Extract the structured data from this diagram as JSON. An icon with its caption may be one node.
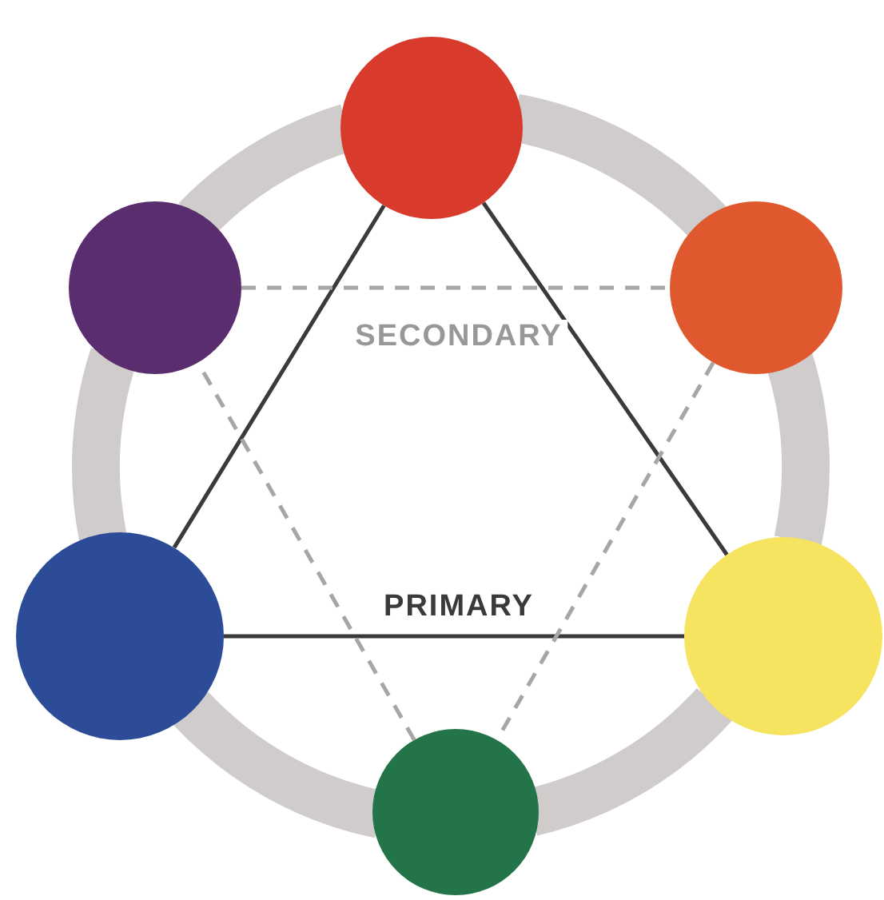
{
  "diagram": {
    "nodes": [
      {
        "text": [],
        "shape": "circle"
      },
      {
        "text": [],
        "shape": "circle"
      },
      {
        "text": [],
        "shape": "circle"
      },
      {
        "text": [],
        "shape": "circle"
      },
      {
        "text": [],
        "shape": "circle"
      },
      {
        "text": [],
        "shape": "circle"
      }
    ],
    "edges": [
      {
        "from": 0,
        "to": 2,
        "arrow": "none",
        "style": "thick",
        "color": "#cfcccb"
      },
      {
        "from": 2,
        "to": 4,
        "arrow": "none",
        "style": "thick",
        "color": "#cfcccb"
      },
      {
        "from": 4,
        "to": 5,
        "arrow": "none",
        "style": "thick",
        "color": "#cfcccb"
      },
      {
        "from": 5,
        "to": 3,
        "arrow": "none",
        "style": "thick",
        "color": "#cfcccb"
      },
      {
        "from": 3,
        "to": 1,
        "arrow": "none",
        "style": "thick",
        "color": "#cfcccb"
      },
      {
        "from": 1,
        "to": 0,
        "arrow": "none",
        "style": "thick",
        "color": "#cfcccb"
      },
      {
        "from": 0,
        "to": 4,
        "arrow": "none",
        "color": "#3a3a3a"
      },
      {
        "from": 4,
        "to": 3,
        "arrow": "none",
        "color": "#3a3a3a"
      },
      {
        "from": 3,
        "to": 0,
        "arrow": "none",
        "color": "#3a3a3a"
      },
      {
        "from": 1,
        "to": 2,
        "arrow": "none",
        "style": "dashed",
        "color": "#a8a6a4"
      },
      {
        "from": 2,
        "to": 5,
        "arrow": "none",
        "style": "dashed",
        "color": "#a8a6a4"
      },
      {
        "from": 5,
        "to": 1,
        "arrow": "none",
        "style": "dashed",
        "color": "#a8a6a4"
      }
    ],
    "labels": [
      "SECONDARY",
      "PRIMARY"
    ]
  }
}
